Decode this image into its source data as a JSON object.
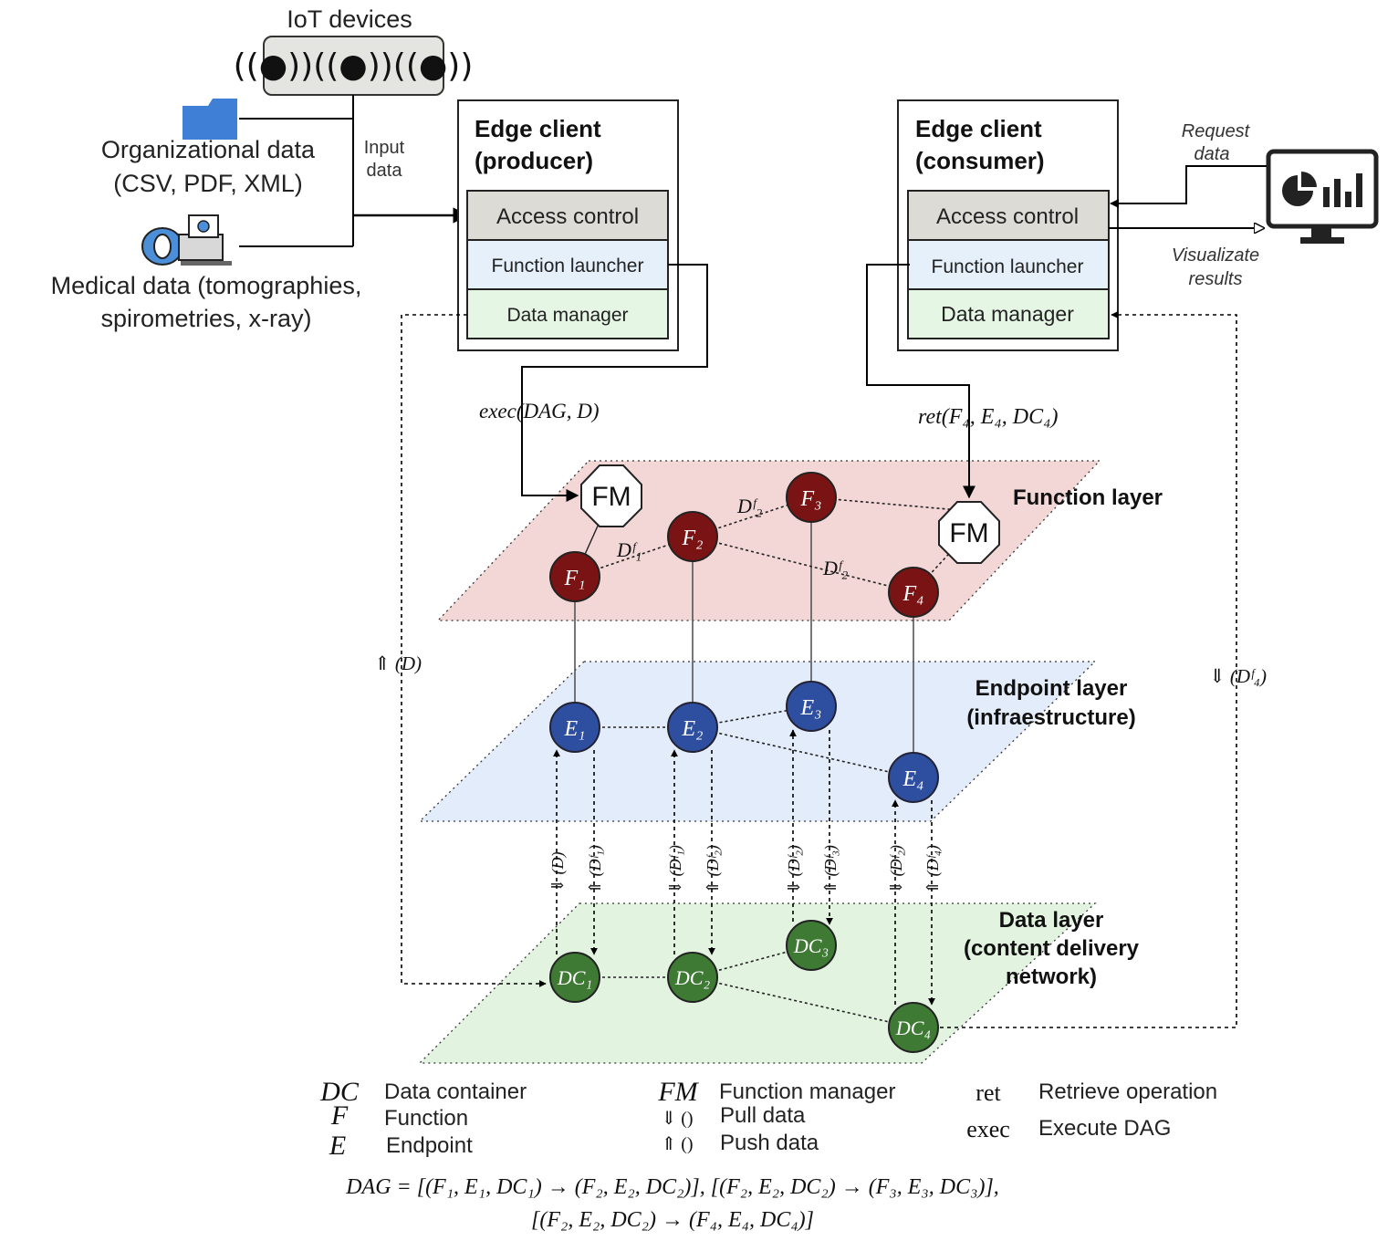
{
  "sources": {
    "iot_label": "IoT devices",
    "iot_icon": "wireless-sensor-icon",
    "org_line1": "Organizational data",
    "org_line2": "(CSV, PDF, XML)",
    "org_icon": "folder-icon",
    "medical_line1": "Medical data (tomographies,",
    "medical_line2": "spirometries, x-ray)",
    "medical_icon": "medical-scanner-icon",
    "input_line1": "Input",
    "input_line2": "data"
  },
  "producer": {
    "title_line1": "Edge client",
    "title_line2": "(producer)",
    "access": "Access control",
    "launcher": "Function launcher",
    "manager": "Data manager"
  },
  "consumer": {
    "title_line1": "Edge client",
    "title_line2": "(consumer)",
    "access": "Access control",
    "launcher": "Function launcher",
    "manager": "Data manager"
  },
  "monitor": {
    "icon": "dashboard-monitor-icon",
    "request_line1": "Request",
    "request_line2": "data",
    "visualize_line1": "Visualizate",
    "visualize_line2": "results"
  },
  "operations": {
    "exec": "exec(DAG, D)",
    "ret": "ret(F₄, E₄, DC₄)",
    "push_d": "⇑ (D)",
    "pull_df4": "⇓ (Dᶠ₄)"
  },
  "layers": {
    "function": "Function layer",
    "endpoint_line1": "Endpoint layer",
    "endpoint_line2": "(infraestructure)",
    "data_line1": "Data layer",
    "data_line2": "(content delivery",
    "data_line3": "network)"
  },
  "colors": {
    "function_fill": "#f3d6d6",
    "function_node": "#7a1414",
    "endpoint_fill": "#e3ecfa",
    "endpoint_node": "#2e4fa0",
    "data_fill": "#e2f3e0",
    "data_node": "#3f7a35",
    "access_fill": "#dcdbd6",
    "launcher_fill": "#e5f0fb",
    "manager_fill": "#e6f6e4"
  },
  "nodes": {
    "fm": "FM",
    "functions": [
      "F₁",
      "F₂",
      "F₃",
      "F₄"
    ],
    "endpoints": [
      "E₁",
      "E₂",
      "E₃",
      "E₄"
    ],
    "containers": [
      "DC₁",
      "DC₂",
      "DC₃",
      "DC₄"
    ]
  },
  "edge_labels": {
    "df1": "Dᶠ₁",
    "df2_top": "Dᶠ₂",
    "df2_right": "Dᶠ₂"
  },
  "vertical_ops": [
    "⇓ (D)",
    "⇑ (Dᶠ₁)",
    "⇓ (Dᶠ₁)",
    "⇑ (Dᶠ₂)",
    "⇓ (Dᶠ₂)",
    "⇑ (Dᶠ₃)",
    "⇓ (Dᶠ₂)",
    "⇑ (Dᶠ₄)"
  ],
  "legend": {
    "items": [
      {
        "sym": "DC",
        "text": "Data container"
      },
      {
        "sym": "F",
        "text": "Function"
      },
      {
        "sym": "E",
        "text": "Endpoint"
      },
      {
        "sym": "FM",
        "text": "Function manager"
      },
      {
        "sym": "⇓ ()",
        "text": "Pull data"
      },
      {
        "sym": "⇑ ()",
        "text": "Push data"
      },
      {
        "sym": "ret",
        "text": "Retrieve operation"
      },
      {
        "sym": "exec",
        "text": "Execute DAG"
      }
    ],
    "dag_line1": "DAG = [(F₁, E₁, DC₁) → (F₂, E₂, DC₂)], [(F₂, E₂, DC₂) → (F₃, E₃, DC₃)],",
    "dag_line2": "[(F₂, E₂, DC₂) → (F₄, E₄, DC₄)]"
  }
}
